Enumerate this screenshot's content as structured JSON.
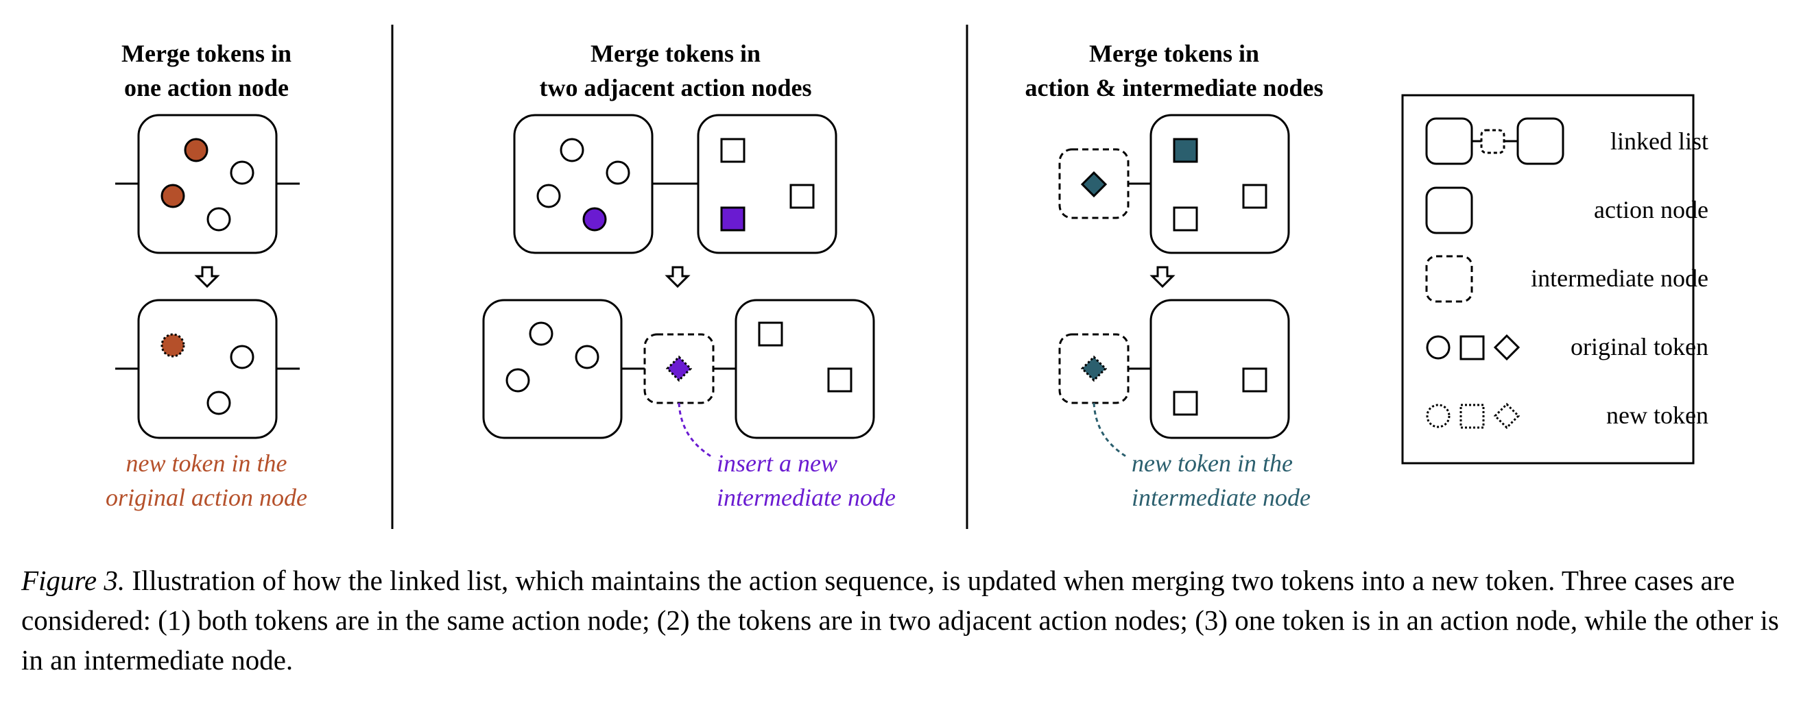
{
  "panels": [
    {
      "title_line1": "Merge tokens in",
      "title_line2": "one action node",
      "note_line1": "new token in the",
      "note_line2": "original action node",
      "note_color": "#b5502a"
    },
    {
      "title_line1": "Merge tokens in",
      "title_line2": "two adjacent action nodes",
      "note_line1": "insert a new",
      "note_line2": "intermediate node",
      "note_color": "#6a1bd1"
    },
    {
      "title_line1": "Merge tokens in",
      "title_line2": "action & intermediate nodes",
      "note_line1": "new token in the",
      "note_line2": "intermediate node",
      "note_color": "#2b5f6e"
    }
  ],
  "legend": {
    "linked_list": "linked list",
    "action_node": "action node",
    "intermediate_node": "intermediate node",
    "original_token": "original token",
    "new_token": "new token"
  },
  "caption": {
    "figure_label": "Figure 3.",
    "text": " Illustration of how the linked list, which maintains the action sequence, is updated when merging two tokens into a new token. Three cases are considered: (1) both tokens are in the same action node; (2) the tokens are in two adjacent action nodes; (3) one token is in an action node, while the other is in an intermediate node."
  },
  "colors": {
    "orange": "#b5502a",
    "purple": "#6a1bd1",
    "teal": "#2b5f6e"
  },
  "icons": [
    "down-arrow-icon",
    "circle-token-icon",
    "square-token-icon",
    "diamond-token-icon"
  ]
}
